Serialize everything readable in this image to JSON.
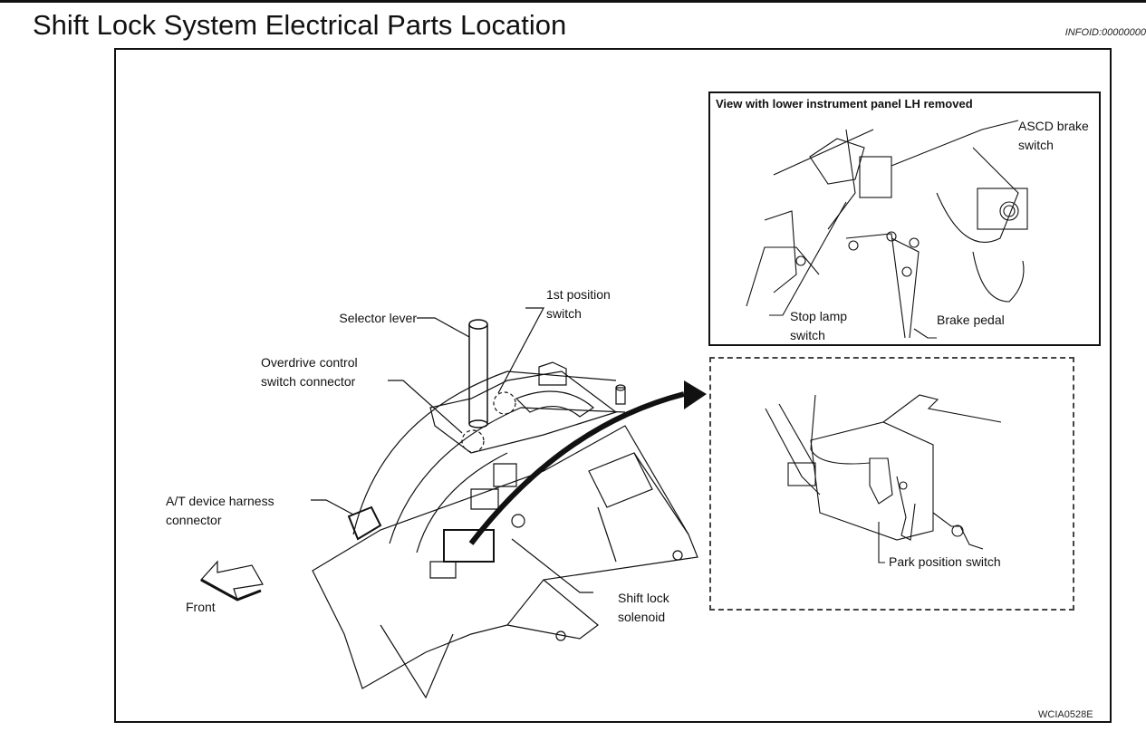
{
  "header": {
    "title": "Shift Lock System Electrical Parts Location",
    "info_id": "INFOID:00000000"
  },
  "figure": {
    "id": "WCIA0528E",
    "main_labels": {
      "selector_lever": "Selector lever",
      "first_position_switch": "1st position\nswitch",
      "overdrive_connector": "Overdrive control\nswitch connector",
      "at_harness_connector": "A/T device harness\nconnector",
      "front": "Front",
      "shift_lock_solenoid": "Shift lock\nsolenoid"
    },
    "inset_top": {
      "caption": "View with lower instrument panel LH removed",
      "labels": {
        "ascd_brake_switch": "ASCD brake\nswitch",
        "stop_lamp_switch": "Stop lamp\nswitch",
        "brake_pedal": "Brake pedal"
      }
    },
    "inset_bottom": {
      "labels": {
        "park_position_switch": "Park position switch"
      }
    }
  }
}
